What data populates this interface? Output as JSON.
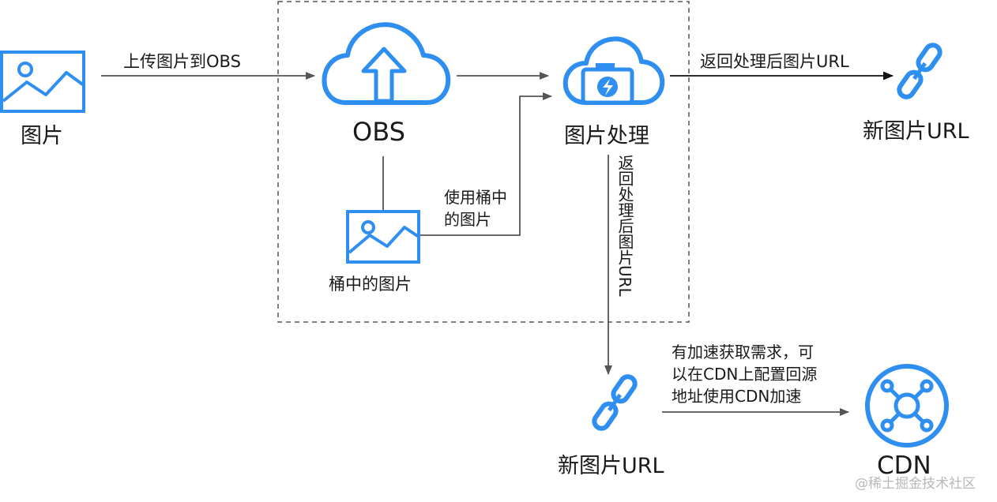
{
  "nodes": {
    "image": {
      "label": "图片"
    },
    "obs": {
      "label": "OBS"
    },
    "bucket_image": {
      "label": "桶中的图片"
    },
    "image_processing": {
      "label": "图片处理"
    },
    "new_url_top": {
      "label": "新图片URL"
    },
    "new_url_bottom": {
      "label": "新图片URL"
    },
    "cdn": {
      "label": "CDN"
    }
  },
  "edges": {
    "upload": "上传图片到OBS",
    "use_bucket_line1": "使用桶中",
    "use_bucket_line2": "的图片",
    "return_url": "返回处理后图片URL",
    "return_url_vertical": "返回处理后图片URL",
    "cdn_line1": "有加速获取需求，可",
    "cdn_line2": "以在CDN上配置回源",
    "cdn_line3": "地址使用CDN加速"
  },
  "watermark": "@稀土掘金技术社区",
  "colors": {
    "accent": "#2e8ff0",
    "line": "#555555",
    "text": "#1a1a1a"
  }
}
